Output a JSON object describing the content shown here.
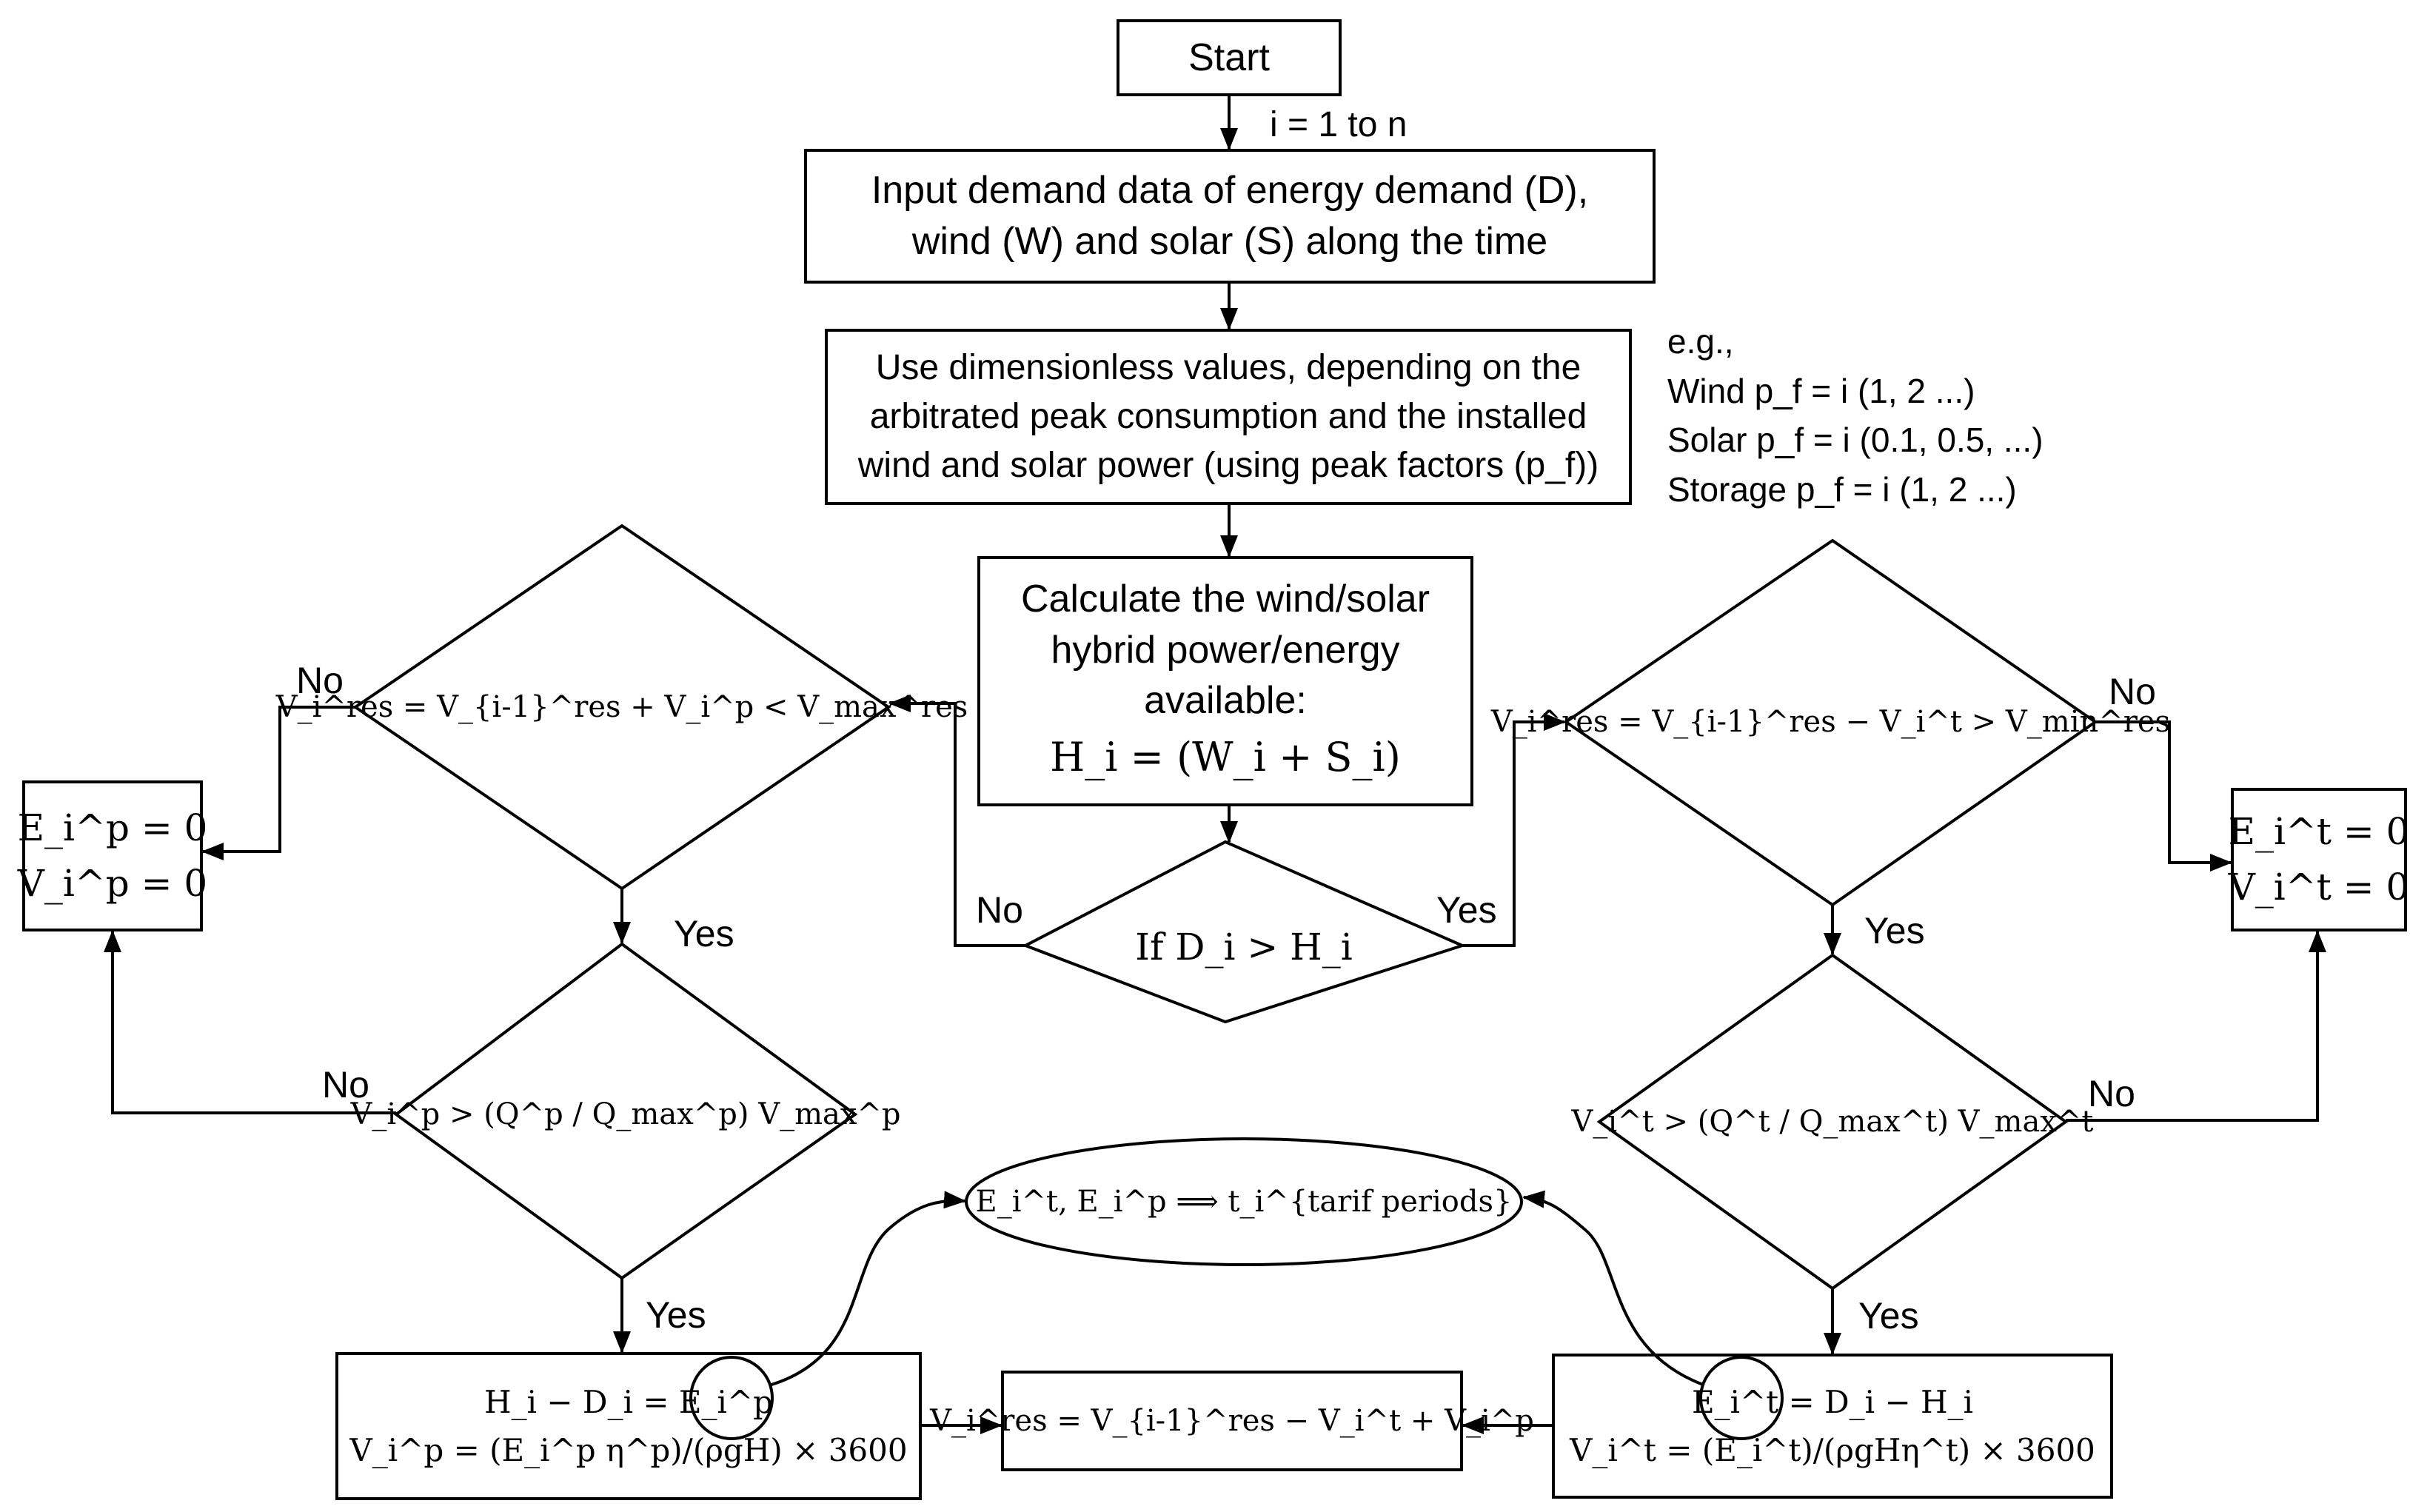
{
  "nodes": {
    "start": "Start",
    "loop": "i = 1 to n",
    "input_line1": "Input demand data of energy demand (D),",
    "input_line2": "wind (W) and solar (S) along the time",
    "dimless_line1": "Use dimensionless values, depending on the",
    "dimless_line2": "arbitrated peak consumption and the installed",
    "dimless_line3": "wind and solar power (using peak factors (p_f))",
    "calc_line1": "Calculate the wind/solar",
    "calc_line2": "hybrid power/energy",
    "calc_line3": "available:",
    "calc_line4": "H_i = (W_i + S_i)",
    "decision_main": "If D_i > H_i",
    "left_decision1": "V_i^res = V_{i-1}^res + V_i^p < V_max^res",
    "left_decision2": "V_i^p > (Q^p / Q_max^p) V_max^p",
    "left_zero_line1": "E_i^p = 0",
    "left_zero_line2": "V_i^p = 0",
    "right_decision1": "V_i^res = V_{i-1}^res − V_i^t > V_min^res",
    "right_decision2": "V_i^t > (Q^t / Q_max^t) V_max^t",
    "right_zero_line1": "E_i^t = 0",
    "right_zero_line2": "V_i^t = 0",
    "tariff": "E_i^t, E_i^p ⟹ t_i^{tarif periods}",
    "pump_line1": "H_i − D_i = E_i^p",
    "pump_line2": "V_i^p = (E_i^p η^p)/(ρgH) × 3600",
    "turb_line1": "E_i^t = D_i − H_i",
    "turb_line2": "V_i^t = (E_i^t)/(ρgHη^t) × 3600",
    "reservoir": "V_i^res = V_{i-1}^res − V_i^t + V_i^p"
  },
  "labels": {
    "no": "No",
    "yes": "Yes"
  },
  "note": {
    "title": "e.g.,",
    "wind": "Wind p_f = i (1, 2 ...)",
    "solar": "Solar p_f = i (0.1, 0.5, ...)",
    "storage": "Storage p_f = i (1, 2 ...)"
  }
}
